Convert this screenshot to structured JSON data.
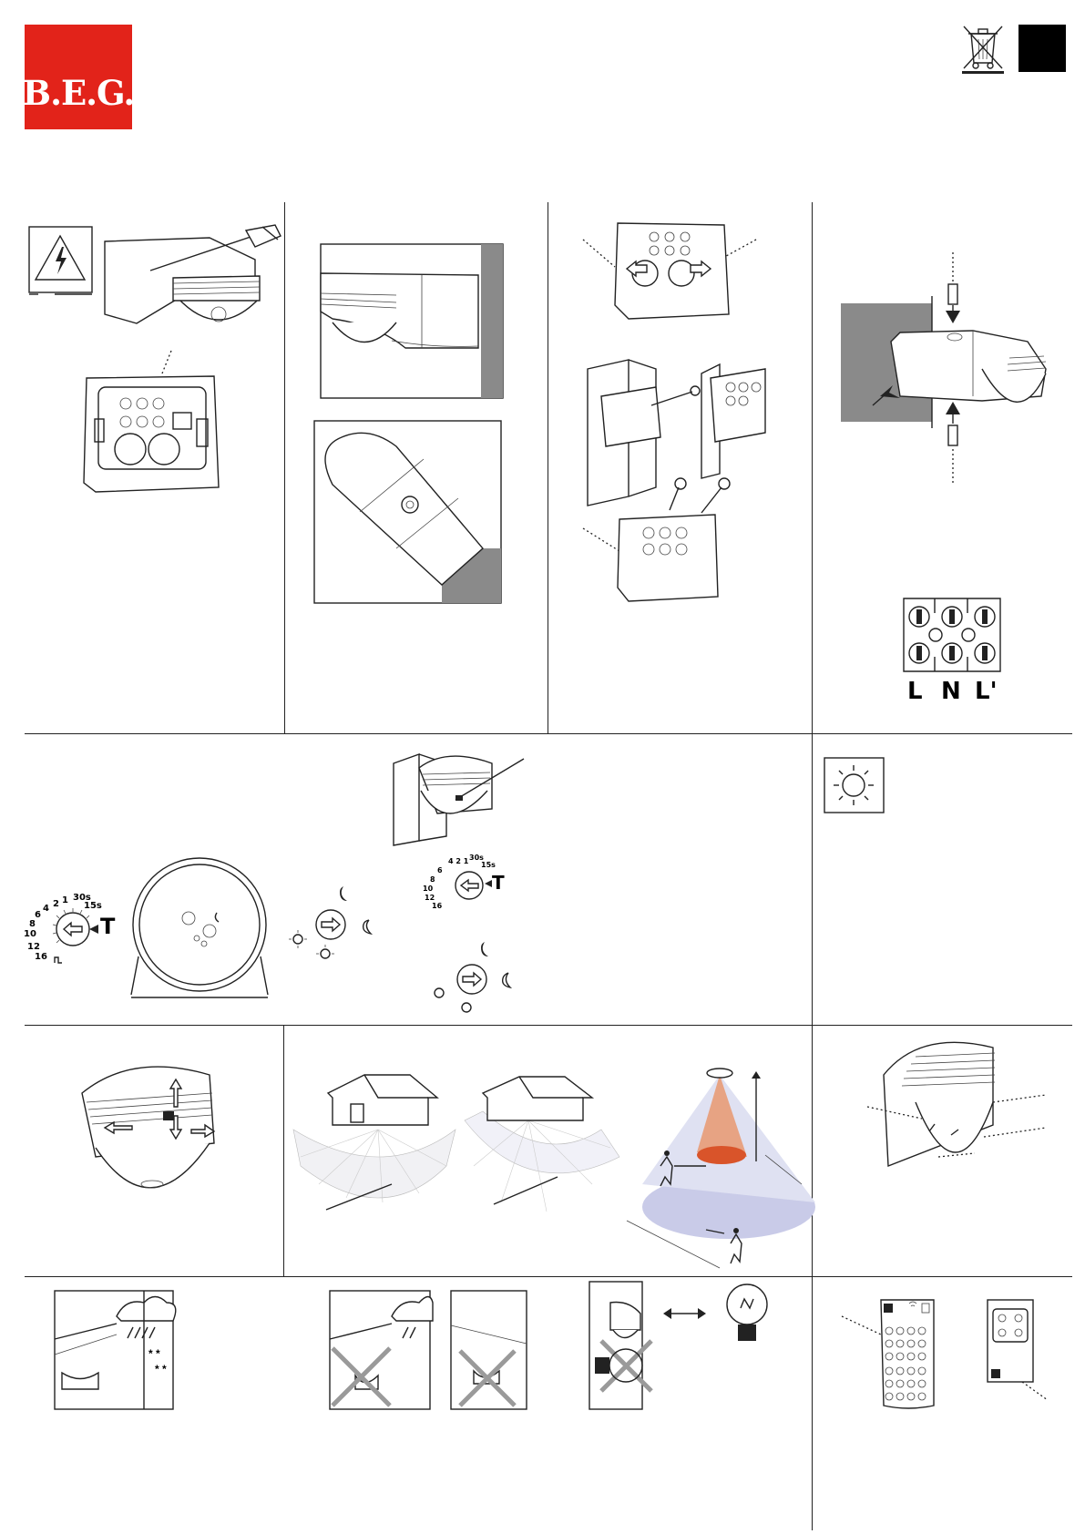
{
  "brand": {
    "logo_text": "B.E.G.",
    "color": "#e2231a"
  },
  "terminal_labels": [
    "L",
    "N",
    "L'"
  ],
  "dial_time": {
    "marks": [
      "1",
      "2",
      "4",
      "6",
      "8",
      "10",
      "12",
      "16",
      "30s",
      "15s"
    ],
    "test_label": "T"
  },
  "colors": {
    "wall_gray": "#8a8a8a",
    "field_blue": "#c9cbe8",
    "core_orange": "#d9542a"
  }
}
